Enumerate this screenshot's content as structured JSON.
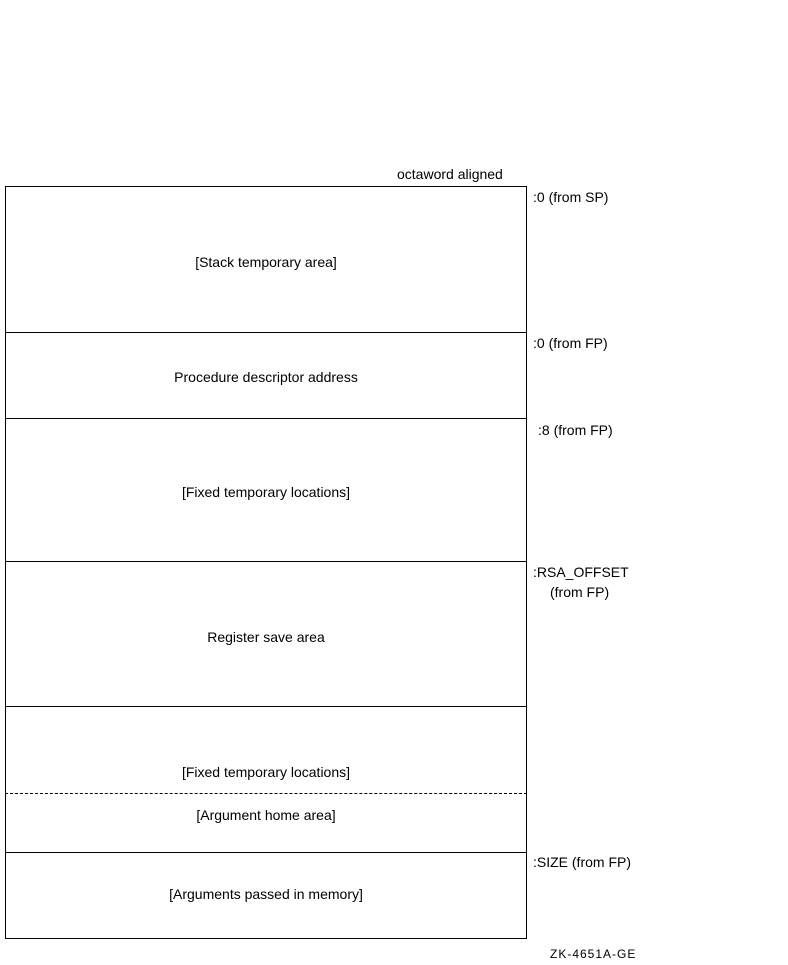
{
  "header": {
    "alignment_note": "octaword aligned"
  },
  "regions": [
    {
      "label": "[Stack temporary area]"
    },
    {
      "label": "Procedure descriptor address"
    },
    {
      "label": "[Fixed temporary locations]"
    },
    {
      "label": "Register save area"
    },
    {
      "label": "[Fixed temporary locations]"
    },
    {
      "label": "[Argument home area]"
    },
    {
      "label": "[Arguments passed in memory]"
    }
  ],
  "offsets": {
    "sp0": ":0 (from SP)",
    "fp0": ":0 (from FP)",
    "fp8": ":8 (from FP)",
    "rsa_line1": ":RSA_OFFSET",
    "rsa_line2": "(from FP)",
    "size": ":SIZE (from FP)"
  },
  "figure_id": "ZK-4651A-GE"
}
